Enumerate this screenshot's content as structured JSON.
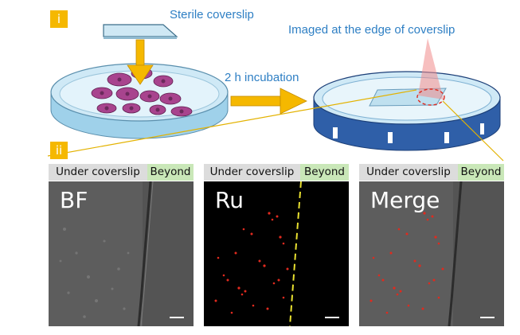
{
  "section_i": {
    "badge": "i",
    "coverslip_label": "Sterile coverslip",
    "incubation_label": "2 h incubation",
    "imaging_label": "Imaged at the edge of coverslip"
  },
  "section_ii": {
    "badge": "ii",
    "panels": [
      {
        "title": "BF",
        "under_label": "Under coverslip",
        "beyond_label": "Beyond"
      },
      {
        "title": "Ru",
        "under_label": "Under coverslip",
        "beyond_label": "Beyond"
      },
      {
        "title": "Merge",
        "under_label": "Under coverslip",
        "beyond_label": "Beyond"
      }
    ]
  },
  "colors": {
    "badge": "#f5b800",
    "annotation_text": "#2e7fc4",
    "cells": "#a8448e",
    "ru_signal": "#e02a1e",
    "boundary_dash": "#e8e030",
    "under_label_bg": "#dcdcdc",
    "beyond_label_bg": "#c9e7b8"
  }
}
